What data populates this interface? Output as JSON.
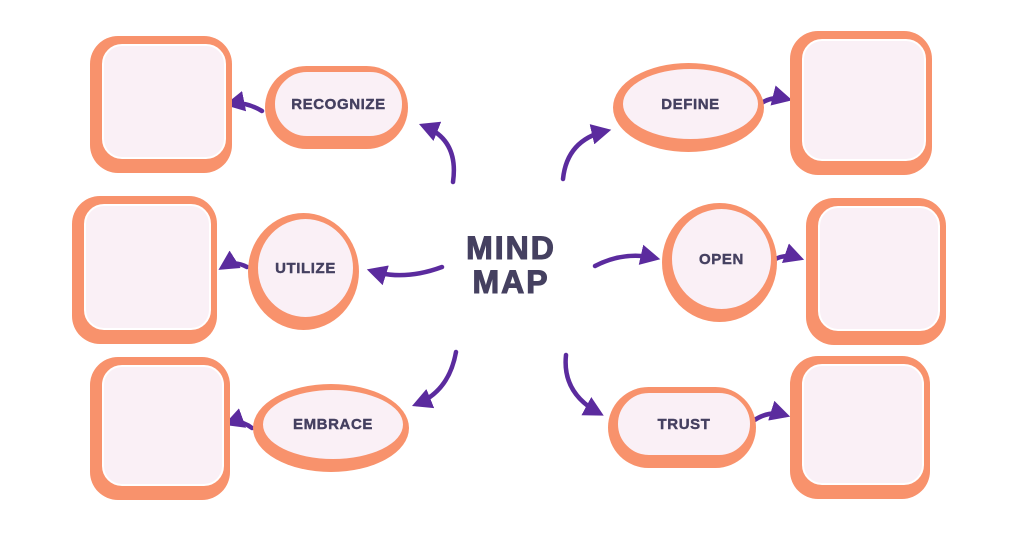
{
  "title": {
    "line1": "MIND",
    "line2": "MAP"
  },
  "colors": {
    "orange": "#F8926C",
    "fill_pink": "#FAF0F6",
    "arrow_purple": "#5B2B9E",
    "text_navy": "#454060",
    "background": "#FFFFFF"
  },
  "nodes": [
    {
      "id": "recognize",
      "label": "RECOGNIZE",
      "shape": "pill",
      "side": "left",
      "row": "top"
    },
    {
      "id": "utilize",
      "label": "UTILIZE",
      "shape": "circle",
      "side": "left",
      "row": "middle"
    },
    {
      "id": "embrace",
      "label": "EMBRACE",
      "shape": "ellipse",
      "side": "left",
      "row": "bottom"
    },
    {
      "id": "define",
      "label": "DEFINE",
      "shape": "ellipse",
      "side": "right",
      "row": "top"
    },
    {
      "id": "open",
      "label": "OPEN",
      "shape": "circle",
      "side": "right",
      "row": "middle"
    },
    {
      "id": "trust",
      "label": "TRUST",
      "shape": "pill",
      "side": "right",
      "row": "bottom"
    }
  ],
  "boxes": [
    {
      "id": "box-left-top",
      "content": ""
    },
    {
      "id": "box-left-middle",
      "content": ""
    },
    {
      "id": "box-left-bottom",
      "content": ""
    },
    {
      "id": "box-right-top",
      "content": ""
    },
    {
      "id": "box-right-middle",
      "content": ""
    },
    {
      "id": "box-right-bottom",
      "content": ""
    }
  ],
  "connections": [
    {
      "from": "center",
      "to": "recognize"
    },
    {
      "from": "center",
      "to": "utilize"
    },
    {
      "from": "center",
      "to": "embrace"
    },
    {
      "from": "center",
      "to": "define"
    },
    {
      "from": "center",
      "to": "open"
    },
    {
      "from": "center",
      "to": "trust"
    },
    {
      "from": "recognize",
      "to": "box-left-top"
    },
    {
      "from": "utilize",
      "to": "box-left-middle"
    },
    {
      "from": "embrace",
      "to": "box-left-bottom"
    },
    {
      "from": "define",
      "to": "box-right-top"
    },
    {
      "from": "open",
      "to": "box-right-middle"
    },
    {
      "from": "trust",
      "to": "box-right-bottom"
    }
  ]
}
